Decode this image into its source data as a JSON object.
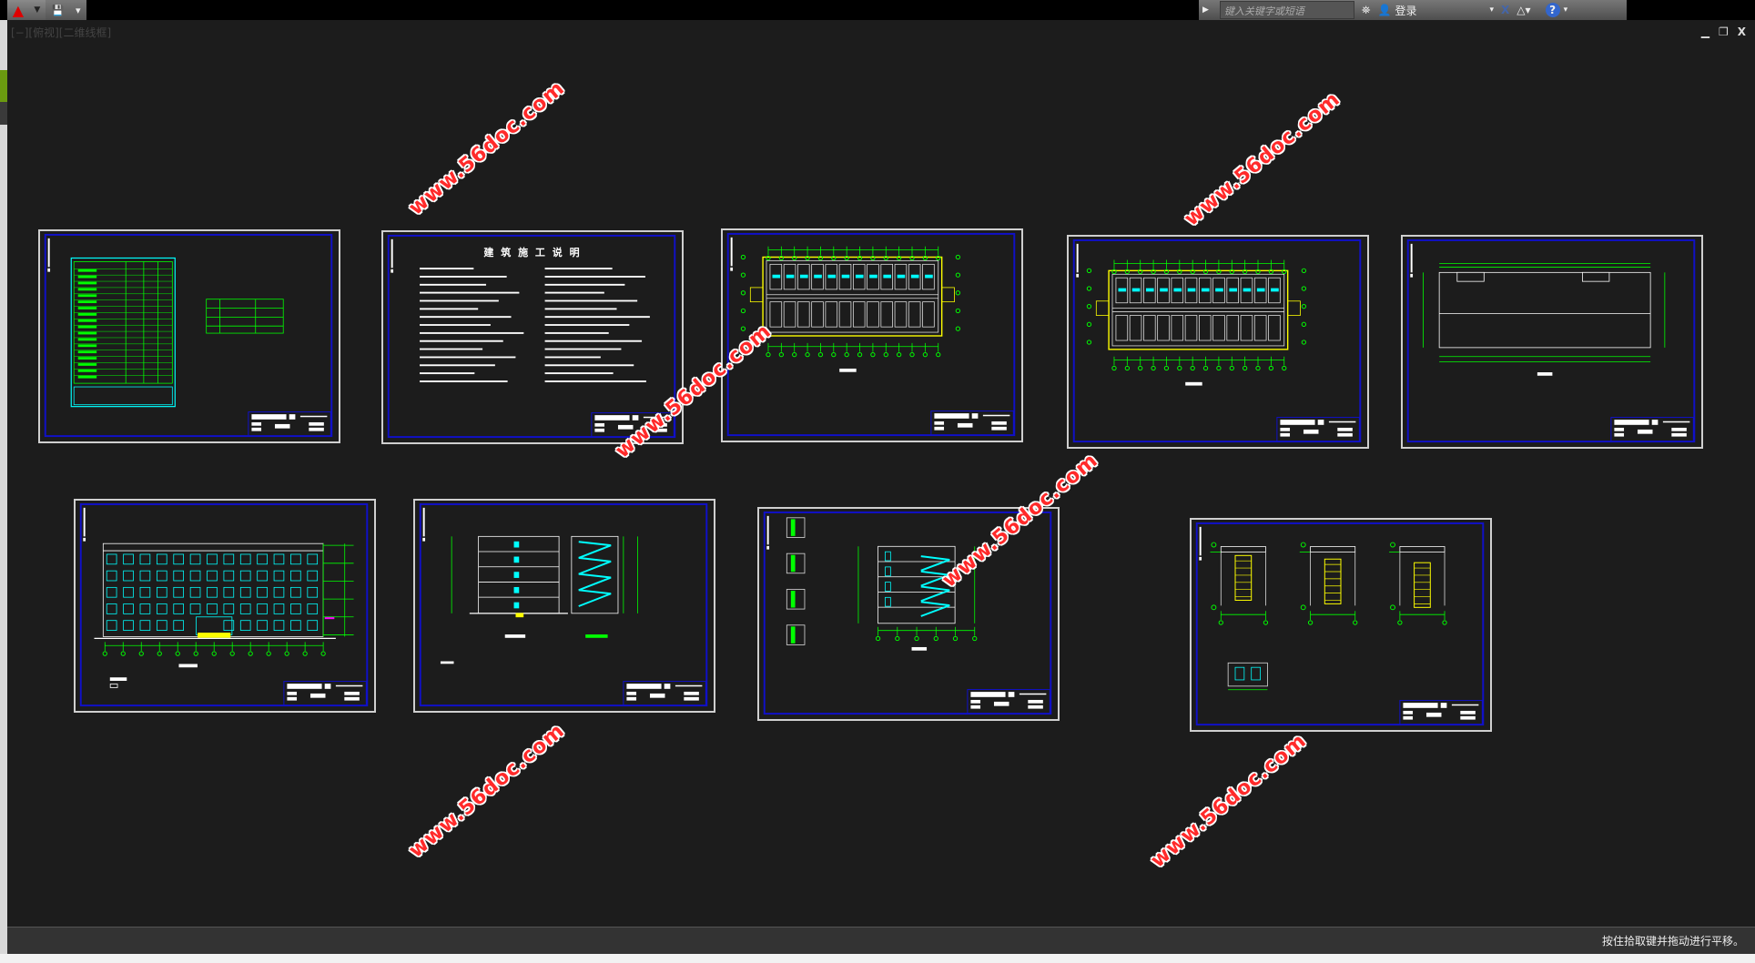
{
  "topbar": {
    "search_placeholder": "键入关键字或短语",
    "login_label": "登录"
  },
  "viewport": {
    "label": "[−][俯视][二维线框]",
    "controls": {
      "minimize": "▁",
      "restore": "❐",
      "close": "X"
    }
  },
  "sheets": [
    {
      "title": ""
    },
    {
      "title": "建 筑 施 工 说 明"
    },
    {
      "title": ""
    },
    {
      "title": ""
    },
    {
      "title": ""
    },
    {
      "title": ""
    },
    {
      "title": ""
    },
    {
      "title": ""
    },
    {
      "title": ""
    }
  ],
  "watermark": "www.56doc.com",
  "status": {
    "message": "按住拾取键并拖动进行平移。"
  },
  "colors": {
    "frame": "#1010c8",
    "green": "#00ff00",
    "cyan": "#00ffff",
    "yellow": "#ffff00",
    "watermark": "#ff2a2a"
  }
}
